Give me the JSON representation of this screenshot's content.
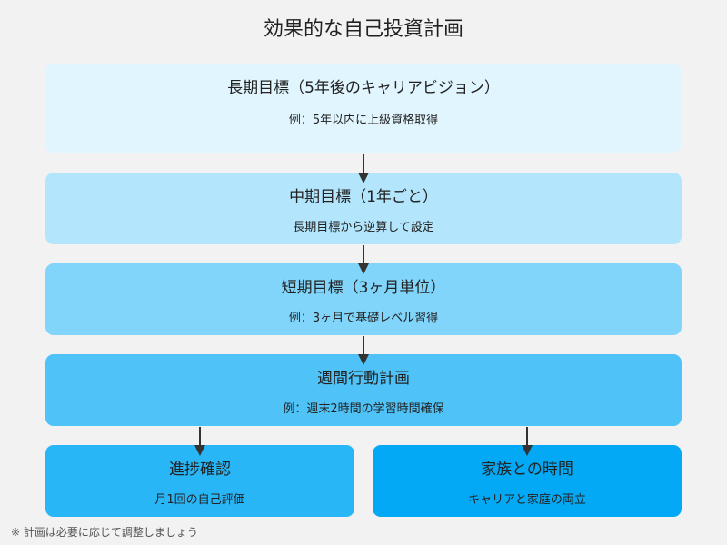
{
  "title": "効果的な自己投資計画",
  "boxes": {
    "longterm": {
      "title": "長期目標（5年後のキャリアビジョン）",
      "sub": "例：5年以内に上級資格取得",
      "color": "#e1f5fe"
    },
    "midterm": {
      "title": "中期目標（1年ごと）",
      "sub": "長期目標から逆算して設定",
      "color": "#b3e5fc"
    },
    "shortterm": {
      "title": "短期目標（3ヶ月単位）",
      "sub": "例：3ヶ月で基礎レベル習得",
      "color": "#81d4fa"
    },
    "weekly": {
      "title": "週間行動計画",
      "sub": "例：週末2時間の学習時間確保",
      "color": "#4fc3f7"
    },
    "progress": {
      "title": "進捗確認",
      "sub": "月1回の自己評価",
      "color": "#29b6f6"
    },
    "family": {
      "title": "家族との時間",
      "sub": "キャリアと家庭の両立",
      "color": "#03a9f4"
    }
  },
  "arrow_color": "#333333",
  "footnote": "※ 計画は必要に応じて調整しましょう"
}
